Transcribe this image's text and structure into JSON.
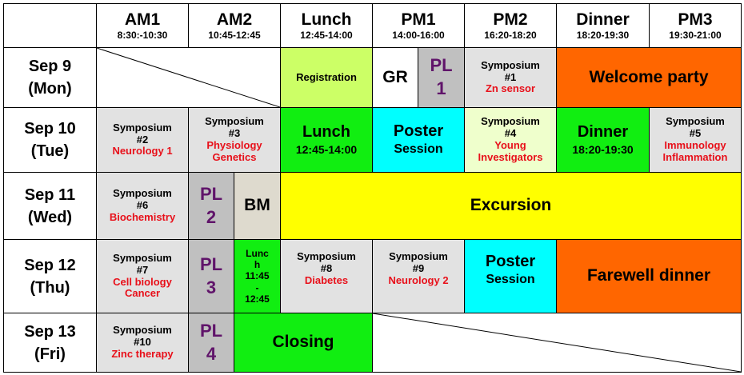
{
  "header": [
    {
      "name": "AM1",
      "time": "8:30:-10:30"
    },
    {
      "name": "AM2",
      "time": "10:45-12:45"
    },
    {
      "name": "Lunch",
      "time": "12:45-14:00"
    },
    {
      "name": "PM1",
      "time": "14:00-16:00"
    },
    {
      "name": "PM2",
      "time": "16:20-18:20"
    },
    {
      "name": "Dinner",
      "time": "18:20-19:30"
    },
    {
      "name": "PM3",
      "time": "19:30-21:00"
    }
  ],
  "days": [
    {
      "date": "Sep 9",
      "weekday": "(Mon)"
    },
    {
      "date": "Sep 10",
      "weekday": "(Tue)"
    },
    {
      "date": "Sep 11",
      "weekday": "(Wed)"
    },
    {
      "date": "Sep 12",
      "weekday": "(Thu)"
    },
    {
      "date": "Sep 13",
      "weekday": "(Fri)"
    }
  ],
  "colors": {
    "gray": "#e2e2e2",
    "dark_gray": "#c0c0c0",
    "beige": "#dedace",
    "lime": "#ccff66",
    "green": "#11ee11",
    "cyan": "#00ffff",
    "pale_yellow": "#efffcc",
    "orange": "#ff6600",
    "yellow": "#ffff00",
    "white": "#ffffff",
    "purple": "#60146a",
    "red": "#e8101a"
  },
  "mon": {
    "registration": "Registration",
    "gr": "GR",
    "pl1": {
      "l1": "PL",
      "l2": "1"
    },
    "sym1": {
      "title": "Symposium",
      "num": "#1",
      "topic": "Zn sensor"
    },
    "welcome": "Welcome party"
  },
  "tue": {
    "sym2": {
      "title": "Symposium",
      "num": "#2",
      "topic": "Neurology 1"
    },
    "sym3": {
      "title": "Symposium",
      "num": "#3",
      "topic1": "Physiology",
      "topic2": "Genetics"
    },
    "lunch": {
      "label": "Lunch",
      "time": "12:45-14:00"
    },
    "poster": {
      "l1": "Poster",
      "l2": "Session"
    },
    "sym4": {
      "title": "Symposium",
      "num": "#4",
      "topic1": "Young",
      "topic2": "Investigators"
    },
    "dinner": {
      "label": "Dinner",
      "time": "18:20-19:30"
    },
    "sym5": {
      "title": "Symposium",
      "num": "#5",
      "topic1": "Immunology",
      "topic2": "Inflammation"
    }
  },
  "wed": {
    "sym6": {
      "title": "Symposium",
      "num": "#6",
      "topic": "Biochemistry"
    },
    "pl2": {
      "l1": "PL",
      "l2": "2"
    },
    "bm": "BM",
    "excursion": "Excursion"
  },
  "thu": {
    "sym7": {
      "title": "Symposium",
      "num": "#7",
      "topic1": "Cell biology",
      "topic2": "Cancer"
    },
    "pl3": {
      "l1": "PL",
      "l2": "3"
    },
    "lunch": {
      "l1": "Lunc",
      "l2": "h",
      "l3": "11:45",
      "l4": "-",
      "l5": "12:45"
    },
    "sym8": {
      "title": "Symposium",
      "num": "#8",
      "topic": "Diabetes"
    },
    "sym9": {
      "title": "Symposium",
      "num": "#9",
      "topic": "Neurology 2"
    },
    "poster": {
      "l1": "Poster",
      "l2": "Session"
    },
    "farewell": "Farewell dinner"
  },
  "fri": {
    "sym10": {
      "title": "Symposium",
      "num": "#10",
      "topic": "Zinc therapy"
    },
    "pl4": {
      "l1": "PL",
      "l2": "4"
    },
    "closing": "Closing"
  }
}
